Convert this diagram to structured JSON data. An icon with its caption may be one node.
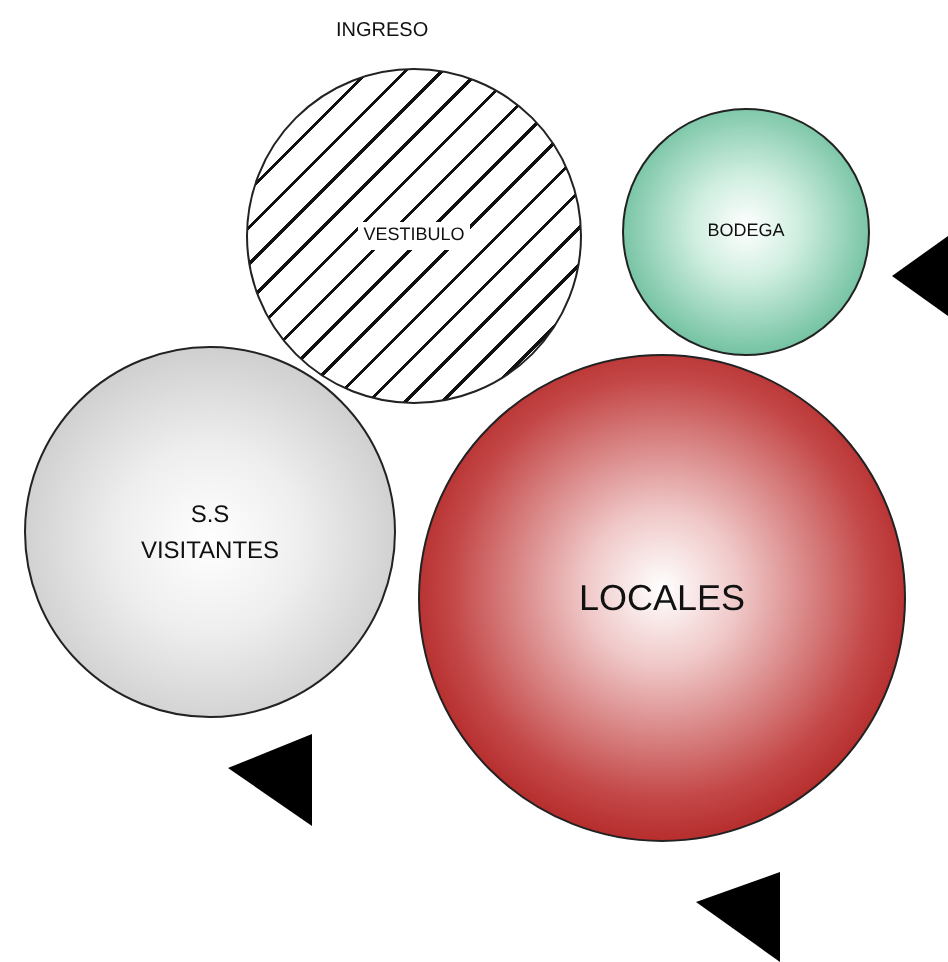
{
  "diagram": {
    "nodes": [
      {
        "text": [
          "VESTIBULO"
        ]
      },
      {
        "text": [
          "BODEGA"
        ]
      },
      {
        "text": [
          "S.S VISITANTES"
        ]
      },
      {
        "text": [
          "LOCALES"
        ]
      }
    ],
    "labels": [
      "INGRESO"
    ]
  }
}
